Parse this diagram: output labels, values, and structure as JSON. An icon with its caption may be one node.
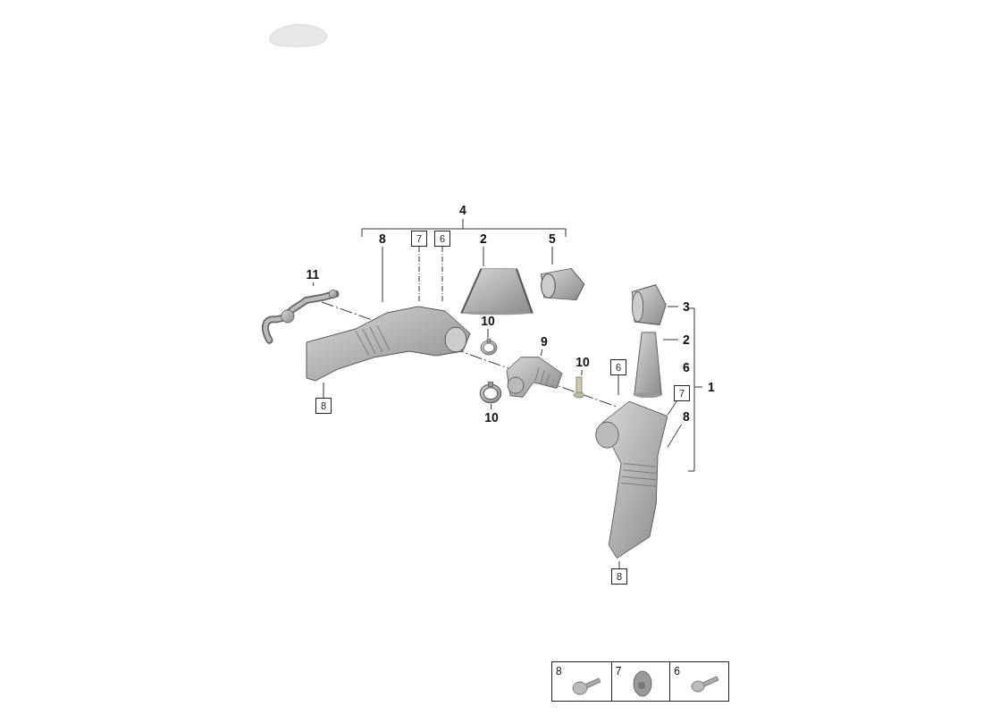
{
  "diagram": {
    "nodes": [
      {
        "text": [
          "8"
        ]
      },
      {
        "text": [
          "7"
        ]
      },
      {
        "text": [
          "6"
        ]
      },
      {
        "text": [
          "2"
        ]
      },
      {
        "text": [
          "5"
        ]
      },
      {
        "text": [
          "11"
        ]
      },
      {
        "text": [],
        "shape": "picture"
      },
      {
        "text": [],
        "shape": "picture"
      },
      {
        "text": [],
        "shape": "picture"
      },
      {
        "text": [],
        "shape": "picture"
      },
      {
        "text": [
          "10"
        ]
      },
      {
        "text": [],
        "shape": "picture"
      },
      {
        "text": [
          "9"
        ]
      },
      {
        "text": [],
        "shape": "picture"
      },
      {
        "text": [
          "10"
        ]
      },
      {
        "text": [],
        "shape": "picture"
      },
      {
        "text": [
          "10"
        ]
      },
      {
        "text": [],
        "shape": "picture"
      },
      {
        "text": [
          "8"
        ]
      },
      {
        "text": [
          "3"
        ]
      },
      {
        "text": [],
        "shape": "picture"
      },
      {
        "text": [
          "2"
        ]
      },
      {
        "text": [],
        "shape": "picture"
      },
      {
        "text": [
          "6"
        ]
      },
      {
        "text": [
          "6"
        ]
      },
      {
        "text": [
          "7"
        ]
      },
      {
        "text": [
          "8"
        ]
      },
      {
        "text": [],
        "shape": "picture"
      },
      {
        "text": [
          "8"
        ]
      }
    ],
    "edges": [
      {
        "from": 0,
        "to": 7,
        "arrow": "none"
      },
      {
        "from": 1,
        "to": 7,
        "arrow": "none",
        "style": "dashed"
      },
      {
        "from": 2,
        "to": 7,
        "arrow": "none",
        "style": "dashed"
      },
      {
        "from": 3,
        "to": 8,
        "arrow": "none"
      },
      {
        "from": 4,
        "to": 9,
        "arrow": "none"
      },
      {
        "from": 5,
        "to": 6,
        "arrow": "none"
      },
      {
        "from": 10,
        "to": 11,
        "arrow": "none"
      },
      {
        "from": 12,
        "to": 13,
        "arrow": "none"
      },
      {
        "from": 14,
        "to": 15,
        "arrow": "none"
      },
      {
        "from": 16,
        "to": 17,
        "arrow": "none"
      },
      {
        "from": 18,
        "to": 7,
        "arrow": "none"
      },
      {
        "from": 19,
        "to": 20,
        "arrow": "none"
      },
      {
        "from": 21,
        "to": 22,
        "arrow": "none"
      },
      {
        "from": 24,
        "to": 27,
        "arrow": "none"
      },
      {
        "from": 25,
        "to": 27,
        "arrow": "none"
      },
      {
        "from": 26,
        "to": 27,
        "arrow": "none"
      },
      {
        "from": 28,
        "to": 27,
        "arrow": "none"
      }
    ],
    "labels": [
      "4",
      "1",
      "8",
      "7",
      "6"
    ]
  }
}
